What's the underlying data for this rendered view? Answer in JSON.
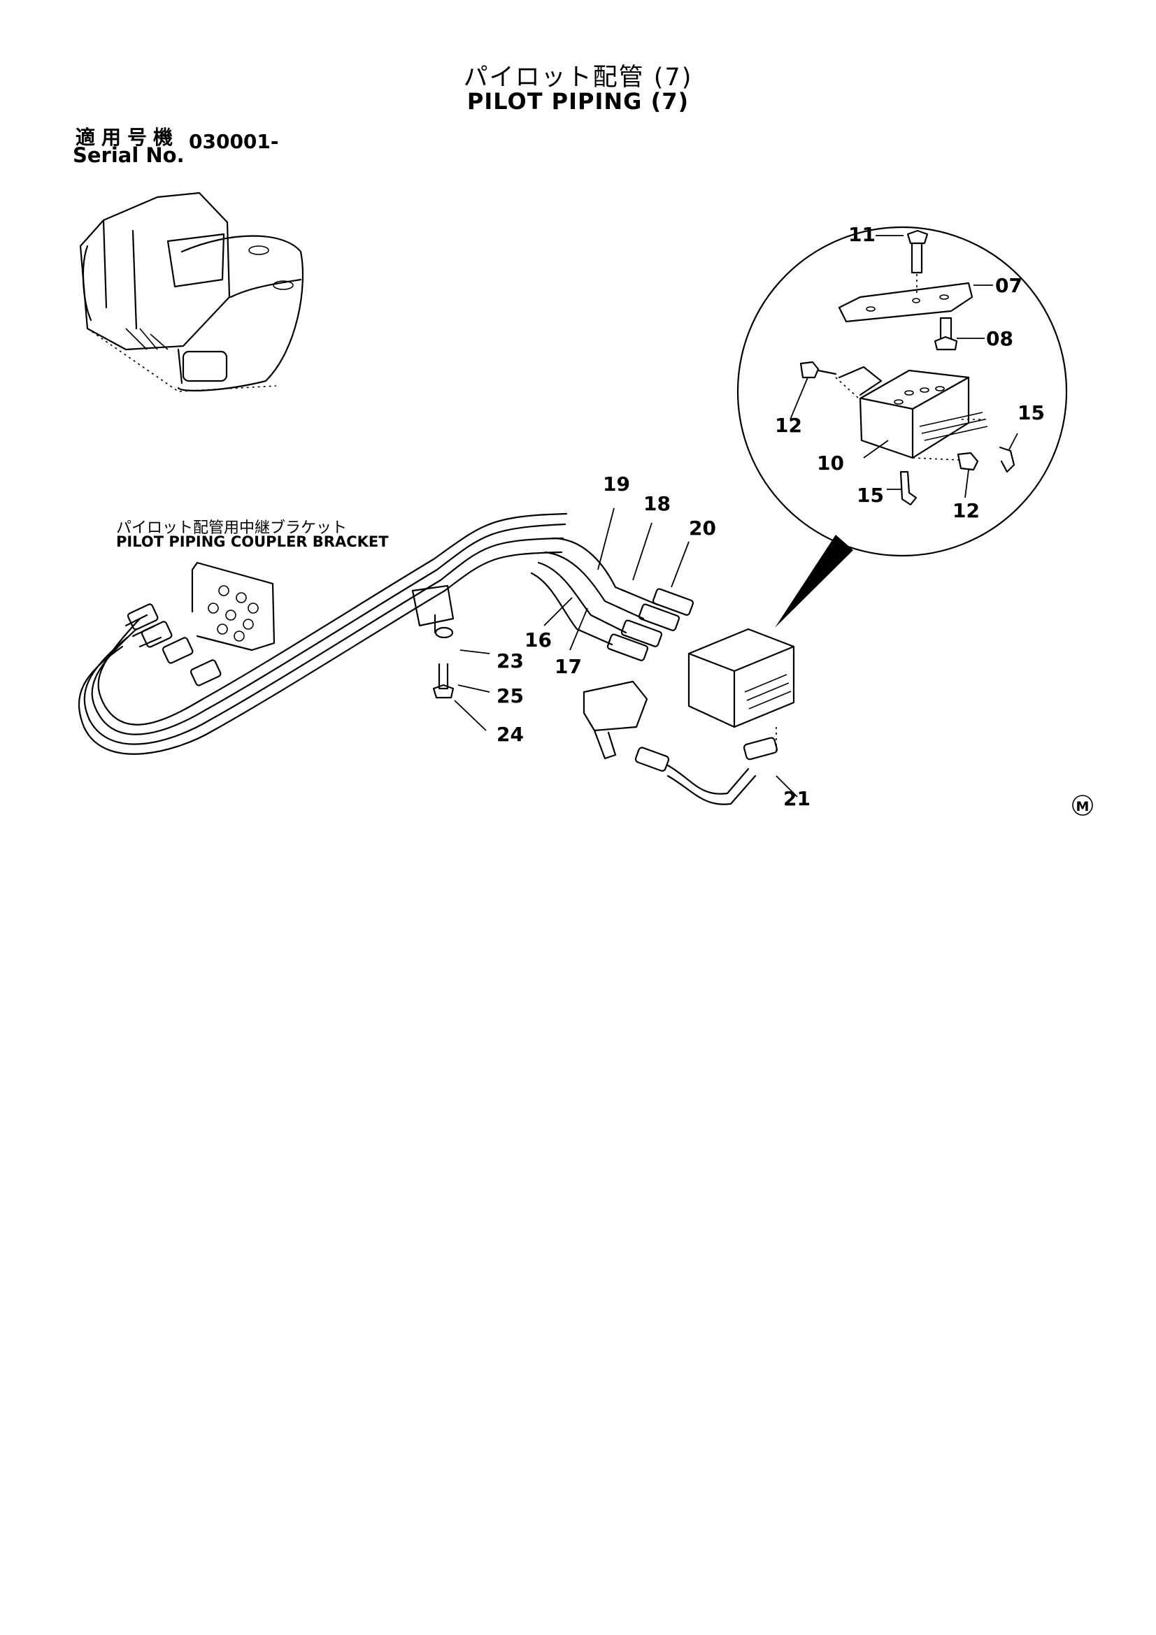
{
  "header": {
    "title_jp": "パイロット配管 (7)",
    "title_en": "PILOT PIPING (7)"
  },
  "serial": {
    "label_jp": "適用号機",
    "label_en": "Serial No.",
    "value": "030001-"
  },
  "bracket_label": {
    "jp": "パイロット配管用中継ブラケット",
    "en": "PILOT PIPING COUPLER BRACKET"
  },
  "callouts": {
    "p11": "11",
    "p07": "07",
    "p08": "08",
    "p12a": "12",
    "p12b": "12",
    "p15a": "15",
    "p15b": "15",
    "p10": "10",
    "p19": "19",
    "p18": "18",
    "p20": "20",
    "p16": "16",
    "p17": "17",
    "p23": "23",
    "p25": "25",
    "p24": "24",
    "p21": "21"
  },
  "mark": "M"
}
